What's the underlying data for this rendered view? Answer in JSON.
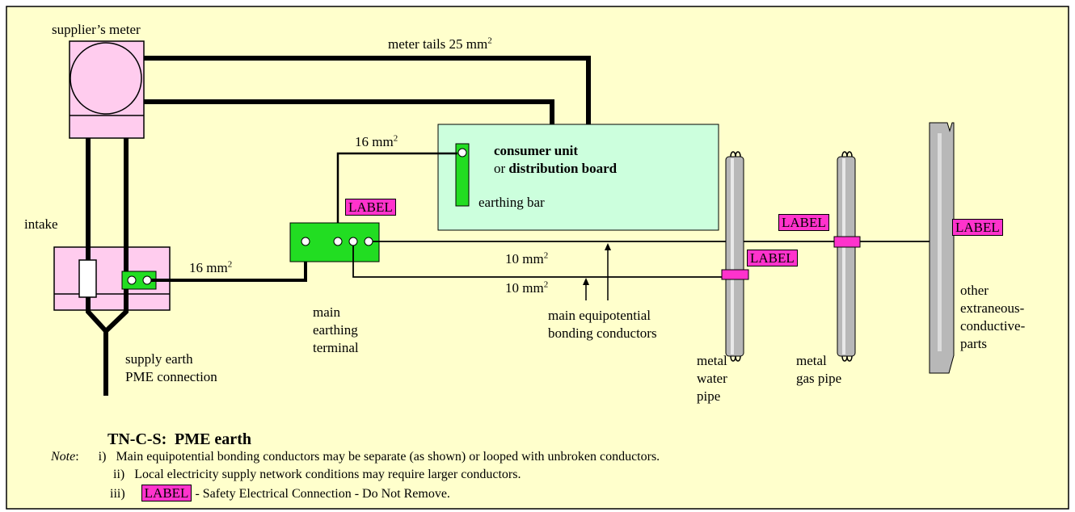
{
  "label_text": "LABEL",
  "colors": {
    "background": "#ffffcc",
    "meter_fill": "#ffccee",
    "consumer_unit_fill": "#ccffdd",
    "terminal_fill": "#22dd22",
    "label_fill": "#ff33cc",
    "clamp_fill": "#ff33cc",
    "pipe_fill": "#b8b8b8"
  },
  "components": {
    "supplier_meter": "supplier’s meter",
    "intake": "intake",
    "supply_earth_line1": "supply earth",
    "supply_earth_line2": "PME connection",
    "met_line1": "main",
    "met_line2": "earthing",
    "met_line3": "terminal",
    "consumer_unit_bold1": "consumer unit",
    "consumer_unit_or": "or",
    "consumer_unit_bold2": "distribution board",
    "earthing_bar": "earthing bar",
    "bonding_line1": "main equipotential",
    "bonding_line2": "bonding conductors",
    "water_line1": "metal",
    "water_line2": "water",
    "water_line3": "pipe",
    "gas_line1": "metal",
    "gas_line2": "gas pipe",
    "other_line1": "other",
    "other_line2": "extraneous-",
    "other_line3": "conductive-",
    "other_line4": "parts"
  },
  "sizes": {
    "meter_tails": "meter tails 25 mm",
    "earth_to_cu": "16 mm",
    "intake_to_met": "16 mm",
    "bond_upper": "10 mm",
    "bond_lower": "10 mm",
    "squared": "2"
  },
  "title": {
    "system": "TN-C-S:",
    "type": "PME earth"
  },
  "notes": {
    "label": "Note",
    "colon": ":",
    "i_num": "i)",
    "i_text": "Main equipotential bonding conductors may be separate (as shown) or looped with unbroken conductors.",
    "ii_num": "ii)",
    "ii_text": "Local electricity supply network conditions may require larger conductors.",
    "iii_num": "iii)",
    "iii_text": " - Safety Electrical Connection - Do Not Remove."
  }
}
